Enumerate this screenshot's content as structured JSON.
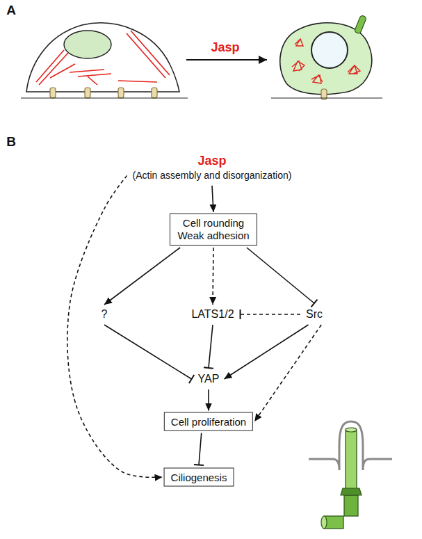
{
  "diagram": {
    "nodes": [
      {
        "text": [
          "Jasp",
          "(Actin assembly and disorganization)"
        ]
      },
      {
        "text": [
          "Cell rounding Weak adhesion"
        ]
      },
      {
        "text": [
          "?"
        ]
      },
      {
        "text": [
          "LATS1/2"
        ]
      },
      {
        "text": [
          "Src"
        ]
      },
      {
        "text": [
          "YAP"
        ]
      },
      {
        "text": [
          "Cell proliferation"
        ]
      },
      {
        "text": [
          "Ciliogenesis"
        ]
      }
    ],
    "edges": [
      {
        "from": 0,
        "to": 1,
        "arrow": "to"
      },
      {
        "from": 0,
        "to": 7,
        "arrow": "to"
      },
      {
        "from": 1,
        "to": 2,
        "arrow": "to"
      },
      {
        "from": 1,
        "to": 3,
        "arrow": "to"
      },
      {
        "from": 1,
        "to": 4,
        "arrow": "to"
      },
      {
        "from": 4,
        "to": 3,
        "arrow": "to"
      },
      {
        "from": 2,
        "to": 5,
        "arrow": "to"
      },
      {
        "from": 3,
        "to": 5,
        "arrow": "to"
      },
      {
        "from": 4,
        "to": 5,
        "arrow": "to"
      },
      {
        "from": 4,
        "to": 6,
        "arrow": "to"
      },
      {
        "from": 5,
        "to": 6,
        "arrow": "to"
      },
      {
        "from": 6,
        "to": 7,
        "arrow": "to"
      }
    ],
    "labels": [
      "A",
      "B",
      "Jasp"
    ]
  }
}
